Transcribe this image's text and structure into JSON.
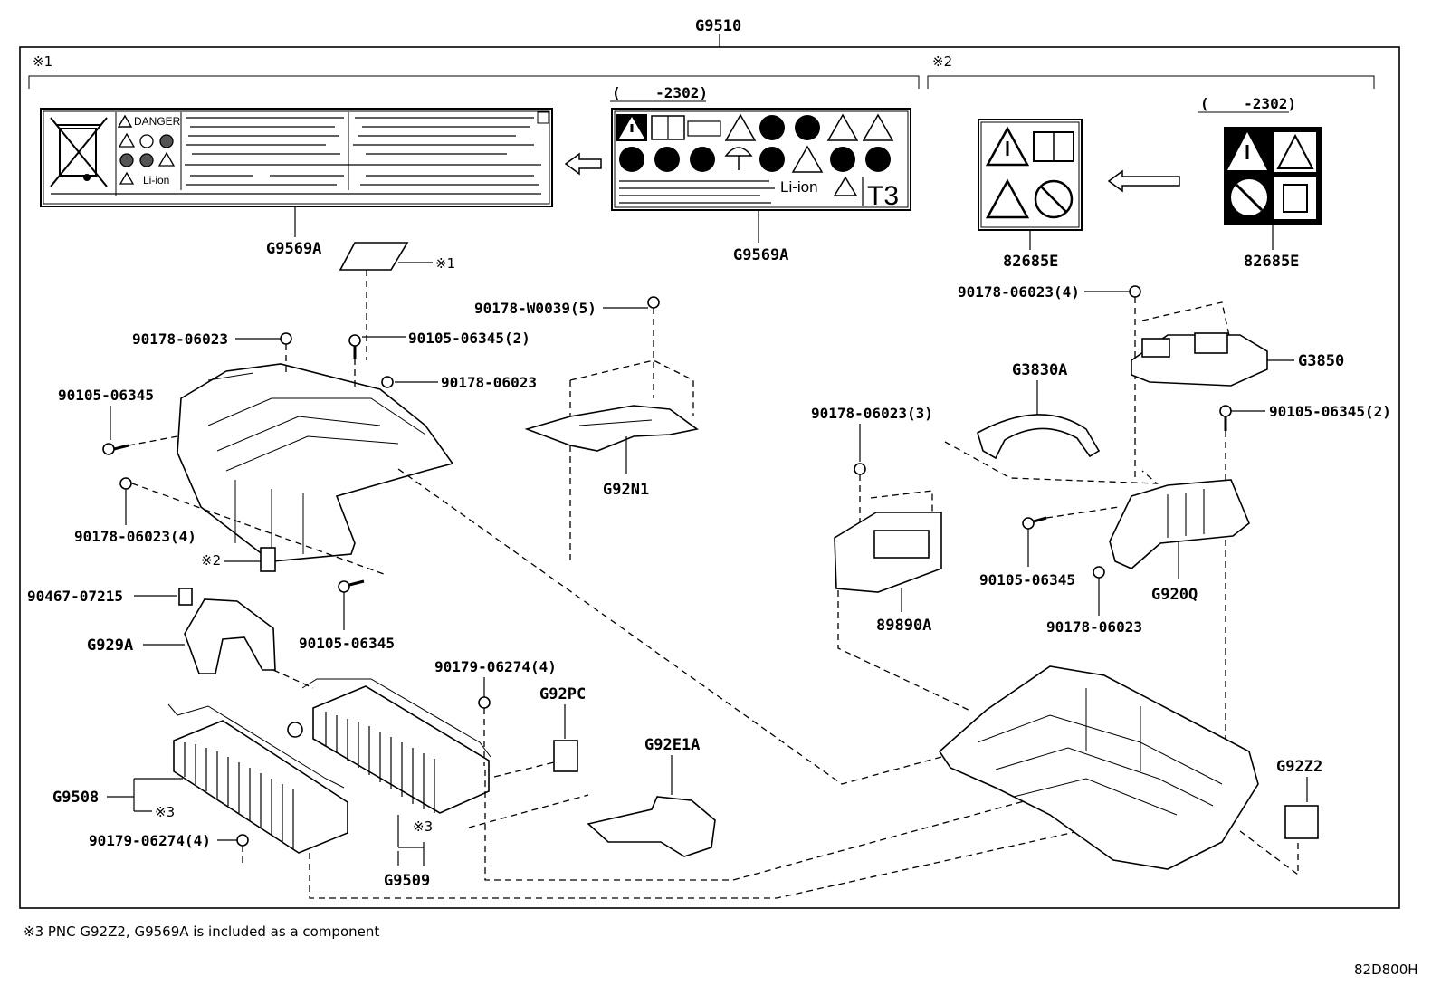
{
  "diagram": {
    "assembly_label": "G9510",
    "group1_mark": "※1",
    "group2_mark": "※2",
    "labels": {
      "g9569a_left": "G9569A",
      "g9569a_right": "G9569A",
      "note1_ref": "※1",
      "date_range_1": "(    -2302)",
      "date_range_2": "(    -2302)",
      "e82685_left": "82685E",
      "e82685_right": "82685E",
      "b90178_w0039": "90178-W0039(5)",
      "b90178_06023_a": "90178-06023",
      "b90105_06345_2a": "90105-06345(2)",
      "b90178_06023_b": "90178-06023",
      "b90105_06345_a": "90105-06345",
      "b90178_06023_4": "90178-06023(4)",
      "note2_ref": "※2",
      "b90467_07215": "90467-07215",
      "g929a": "G929A",
      "b90105_06345_b": "90105-06345",
      "g92n1": "G92N1",
      "b90178_06023_4r": "90178-06023(4)",
      "g3850": "G3850",
      "g3830a": "G3830A",
      "b90178_06023_3": "90178-06023(3)",
      "b90105_06345_2b": "90105-06345(2)",
      "b90105_06345_c": "90105-06345",
      "b90178_06023_c": "90178-06023",
      "g920q": "G920Q",
      "p89890a": "89890A",
      "b90179_06274_4a": "90179-06274(4)",
      "g92pc": "G92PC",
      "g92e1a": "G92E1A",
      "g92z2": "G92Z2",
      "g9508": "G9508",
      "note3_ref_a": "※3",
      "b90179_06274_4b": "90179-06274(4)",
      "note3_ref_b": "※3",
      "g9509": "G9509"
    },
    "warning_label": {
      "danger": "DANGER",
      "li_ion_small": "Li-ion",
      "li_ion_large": "Li-ion",
      "t3": "T3"
    },
    "footnote": "※3 PNC G92Z2, G9569A is included as a component",
    "drawing_code": "82D800H"
  }
}
